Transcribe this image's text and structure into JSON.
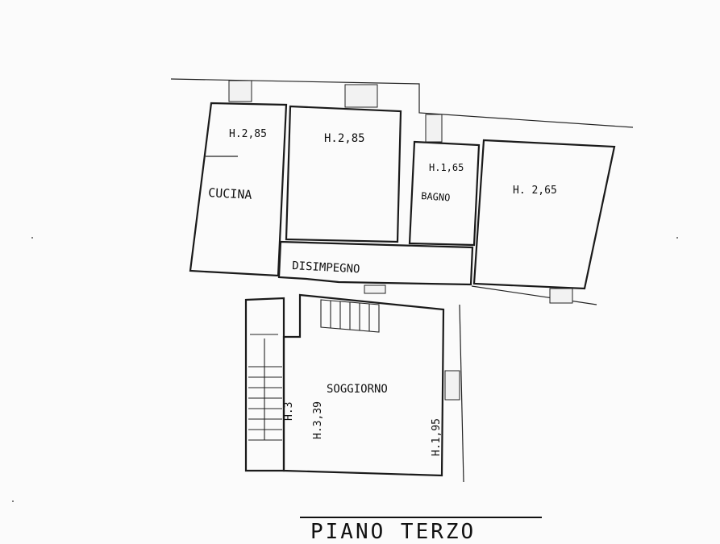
{
  "rooms": {
    "cucina": {
      "name": "CUCINA",
      "height": "H.2,85"
    },
    "camera1": {
      "height": "H.2,85"
    },
    "bagno": {
      "name": "BAGNO",
      "height": "H.1,65"
    },
    "camera2": {
      "height": "H. 2,65"
    },
    "disimpegno": {
      "name": "DISIMPEGNO"
    },
    "soggiorno": {
      "name": "SOGGIORNO",
      "height_left": "H.3",
      "height_mid": "H.3,39",
      "height_right": "H.1,95"
    }
  },
  "floor_label": "PIANO TERZO"
}
